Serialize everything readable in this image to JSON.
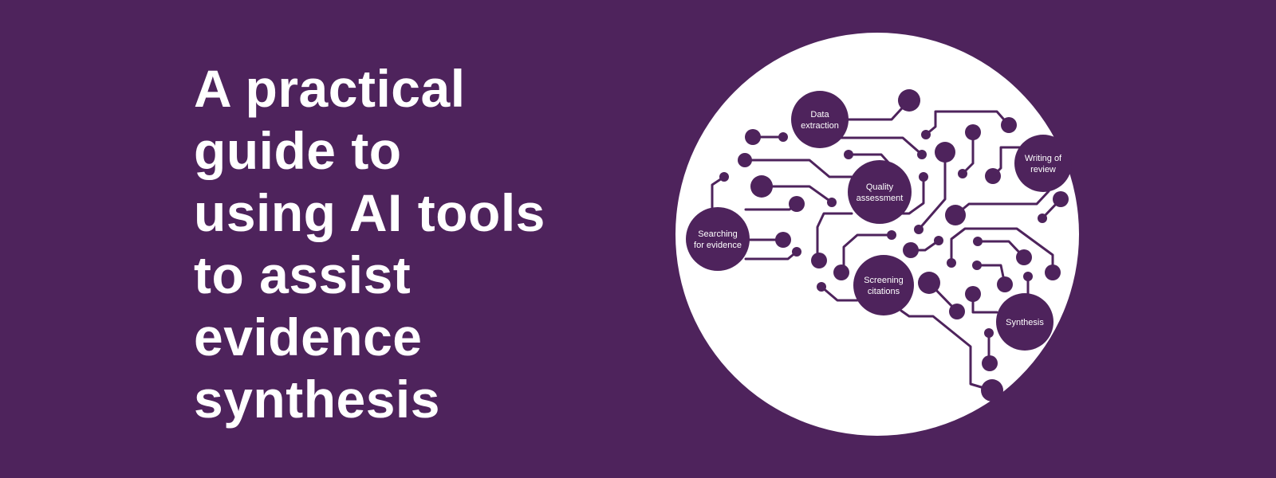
{
  "title_lines": [
    "A practical",
    "guide to",
    "using AI tools",
    "to assist",
    "evidence",
    "synthesis"
  ],
  "colors": {
    "background": "#4e235c",
    "circle": "#ffffff",
    "text": "#ffffff"
  },
  "diagram": {
    "nodes": {
      "data_extraction": [
        "Data",
        "extraction"
      ],
      "quality_assessment": [
        "Quality",
        "assessment"
      ],
      "writing_of_review": [
        "Writing of",
        "review"
      ],
      "searching_for_evidence": [
        "Searching",
        "for evidence"
      ],
      "screening_citations": [
        "Screening",
        "citations"
      ],
      "synthesis": [
        "Synthesis"
      ]
    }
  }
}
